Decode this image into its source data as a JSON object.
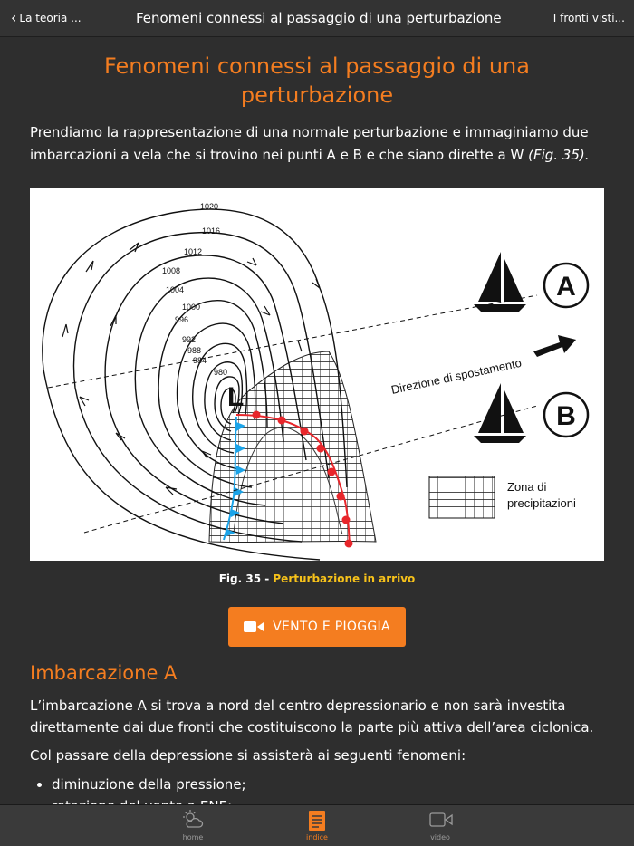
{
  "nav": {
    "back_label": "La teoria ...",
    "title": "Fenomeni connessi al passaggio di una perturbazione",
    "next_label": "I fronti visti..."
  },
  "page": {
    "heading": "Fenomeni connessi al passaggio di una perturbazione",
    "intro": "Prendiamo la rappresentazione di una normale perturbazione e immaginiamo due imbarcazioni a vela che si trovino nei punti A e B e che siano dirette a W",
    "intro_ref": "(Fig. 35)."
  },
  "figure": {
    "isobars": [
      "1020",
      "1016",
      "1012",
      "1008",
      "1004",
      "1000",
      "996",
      "992",
      "988",
      "984",
      "980"
    ],
    "low_label": "L",
    "point_a": "A",
    "point_b": "B",
    "direction_label": "Direzione di spostamento",
    "legend_label_1": "Zona di",
    "legend_label_2": "precipitazioni",
    "caption_prefix": "Fig. 35 - ",
    "caption_title": "Perturbazione in arrivo"
  },
  "video_button": {
    "label": "VENTO E PIOGGIA"
  },
  "section": {
    "heading": "Imbarcazione A",
    "para1": "L’imbarcazione A si trova a nord del centro depressionario e non sarà investita direttamente dai due fronti che costituiscono la parte più attiva dell’area ciclonica.",
    "para2": "Col passare della depressione si assisterà ai seguenti fenomeni:",
    "bullets": [
      "diminuzione della pressione;",
      "rotazione del vento a ENE;"
    ]
  },
  "tabbar": {
    "items": [
      {
        "label": "home",
        "icon": "weather-icon",
        "active": false
      },
      {
        "label": "indice",
        "icon": "document-icon",
        "active": true
      },
      {
        "label": "video",
        "icon": "video-camera-icon",
        "active": false
      }
    ]
  },
  "colors": {
    "accent": "#f47d20",
    "caption_highlight": "#f7c21a",
    "background": "#2e2e2e",
    "warm_front": "#e8262b",
    "cold_front": "#1aa3e8"
  }
}
